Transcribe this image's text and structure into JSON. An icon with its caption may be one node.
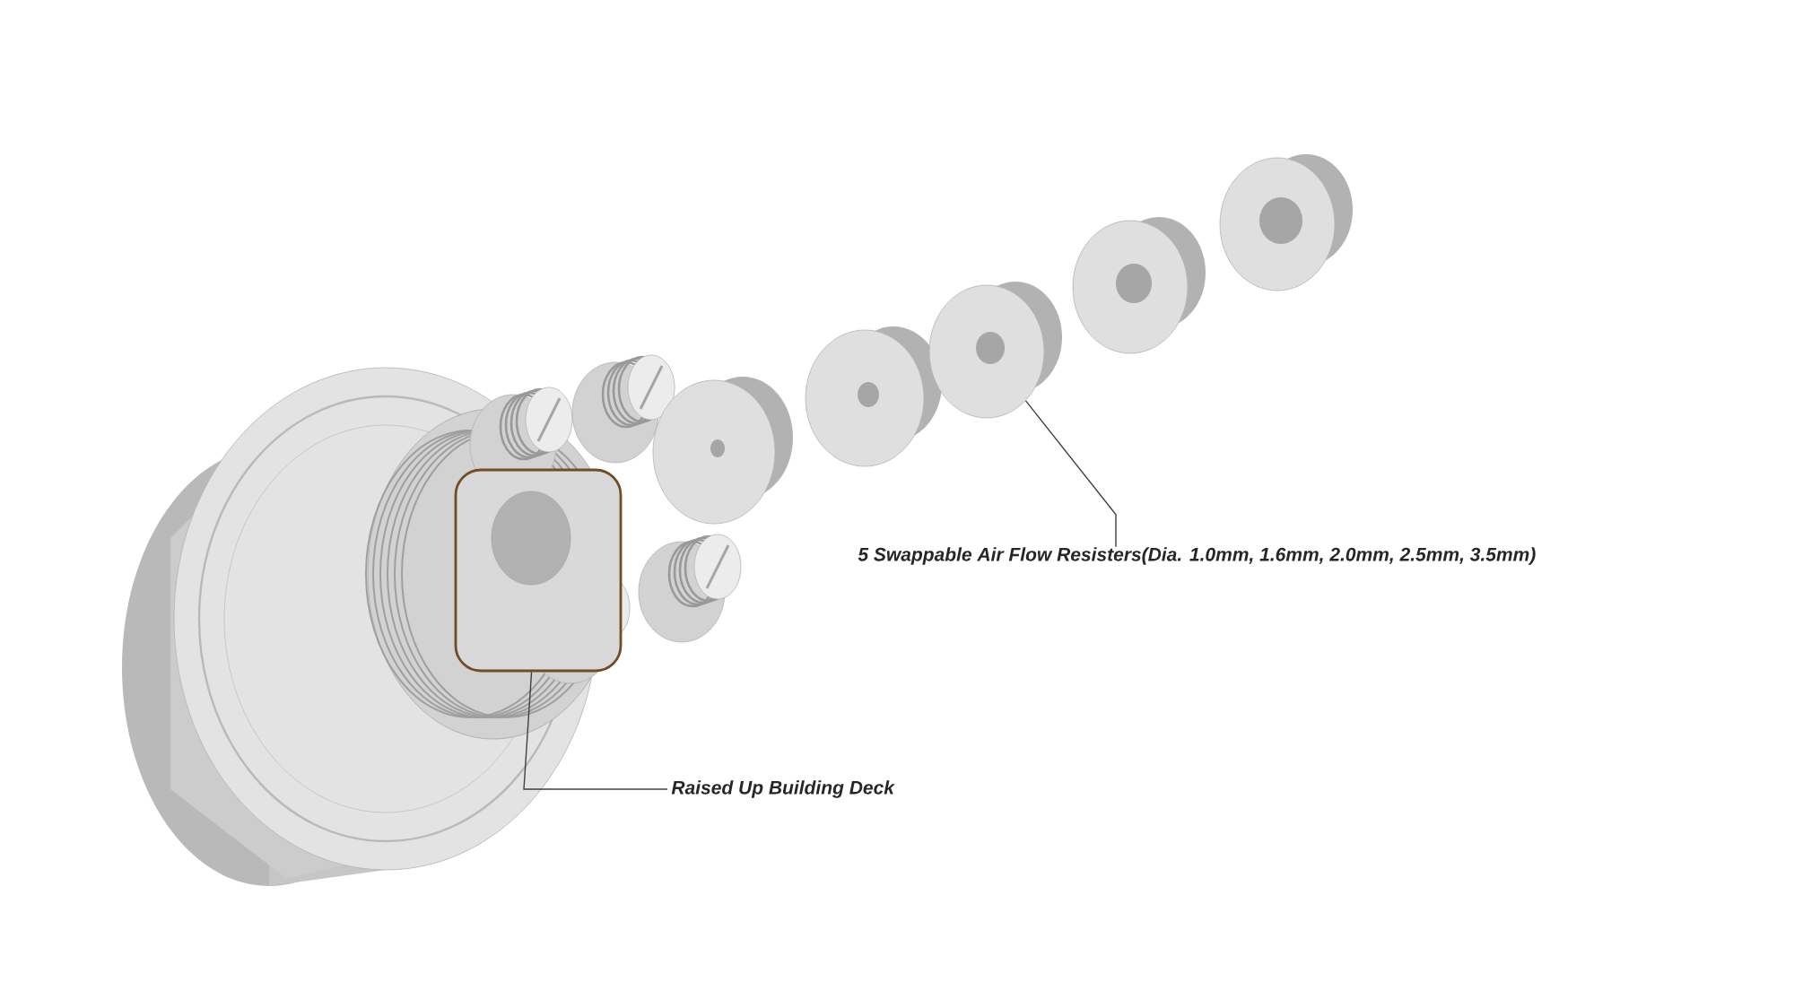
{
  "diagram": {
    "nodes": [
      {
        "text": [
          "5 Swappable Air Flow Resisters(Dia. 1.0mm, 1.6mm, 2.0mm, 2.5mm, 3.5mm)"
        ]
      },
      {
        "text": [
          "Raised Up Building Deck"
        ]
      },
      {
        "text": [],
        "shape": "picture"
      },
      {
        "text": [],
        "shape": "picture"
      }
    ],
    "edges": [
      {
        "from": 0,
        "to": 3,
        "arrow": "none"
      },
      {
        "from": 1,
        "to": 2,
        "arrow": "none"
      }
    ]
  }
}
